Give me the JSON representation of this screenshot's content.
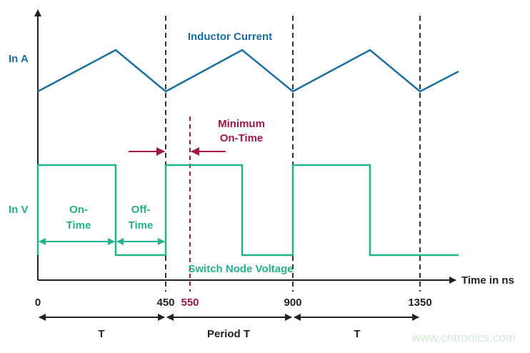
{
  "colors": {
    "current": "#1a6fa3",
    "voltage": "#21b38a",
    "min_on": "#a3164d",
    "axis": "#222222",
    "watermark": "#d0ecd6"
  },
  "labels": {
    "inductor_current": "Inductor Current",
    "in_a": "In A",
    "in_v": "In V",
    "minimum": "Minimum",
    "on_time": "On-Time",
    "on_l1": "On-",
    "on_l2": "Time",
    "off_l1": "Off-",
    "off_l2": "Time",
    "switch_node_voltage": "Switch Node Voltage",
    "time_axis": "Time in ns",
    "period_t": "Period T",
    "t_left": "T",
    "t_right": "T",
    "watermark": "www.cntronics.com"
  },
  "ticks": [
    "0",
    "450",
    "550",
    "900",
    "1350"
  ],
  "time_values": {
    "period_boundaries_ns": [
      450,
      900,
      1350
    ],
    "minimum_on_time_ns": 550,
    "on_time_ns": 275,
    "off_time_ns": 175,
    "periods": [
      {
        "start": 0,
        "rise": 0,
        "fall": 275,
        "end": 450
      },
      {
        "start": 450,
        "rise": 450,
        "fall": 725,
        "end": 900
      },
      {
        "start": 900,
        "rise": 900,
        "fall": 1175,
        "end": 1350
      }
    ],
    "x_max_ns": 1470
  }
}
